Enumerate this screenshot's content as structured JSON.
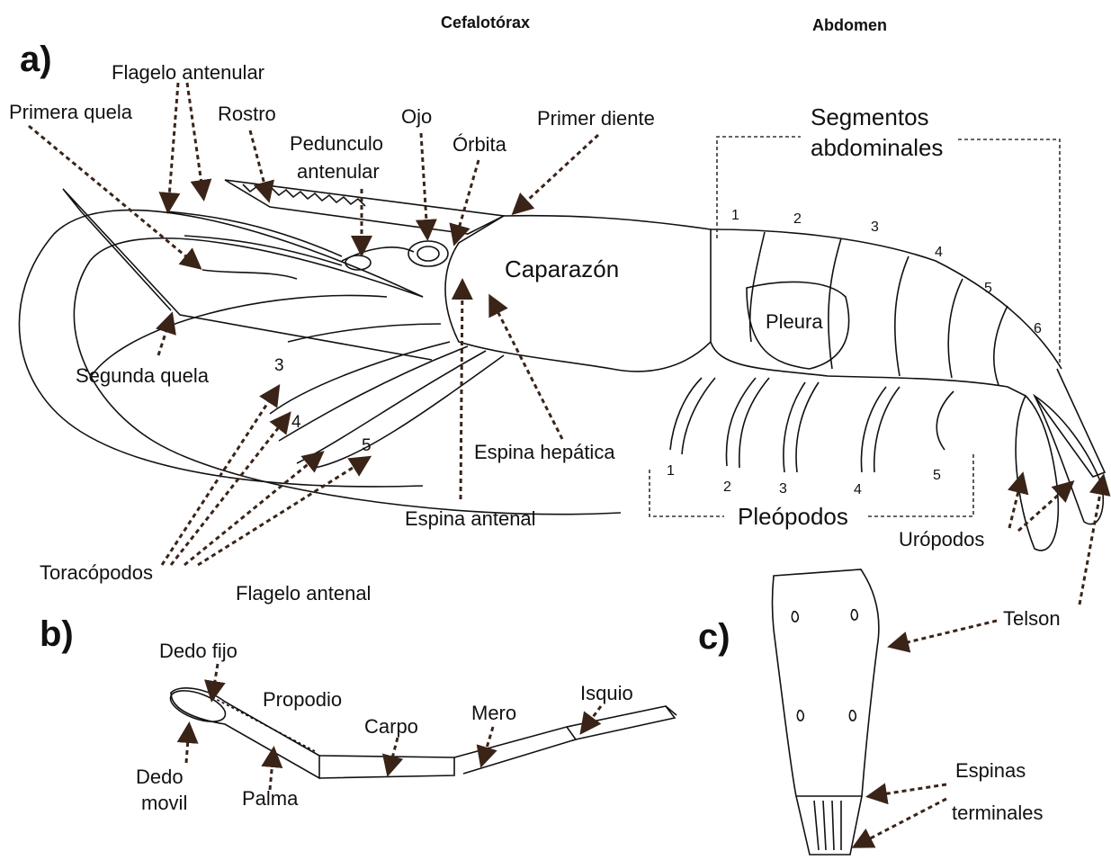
{
  "headers": {
    "cefalotorax": "Cefalotórax",
    "abdomen": "Abdomen"
  },
  "panels": {
    "a": "a)",
    "b": "b)",
    "c": "c)"
  },
  "labels_a": {
    "flagelo_antenular": "Flagelo antenular",
    "primera_quela": "Primera quela",
    "rostro": "Rostro",
    "pedunculo_line1": "Pedunculo",
    "pedunculo_line2": "antenular",
    "ojo": "Ojo",
    "orbita": "Órbita",
    "primer_diente": "Primer diente",
    "segmentos_line1": "Segmentos",
    "segmentos_line2": "abdominales",
    "caparazon": "Caparazón",
    "pleura": "Pleura",
    "segunda_quela": "Segunda quela",
    "espina_hepatica": "Espina hepática",
    "espina_antenal": "Espina antenal",
    "pleopodos": "Pleópodos",
    "uropodos": "Urópodos",
    "toracopodos": "Toracópodos",
    "flagelo_antenal": "Flagelo antenal",
    "telson": "Telson"
  },
  "segment_numbers": [
    "1",
    "2",
    "3",
    "4",
    "5",
    "6"
  ],
  "pleopod_numbers": [
    "1",
    "2",
    "3",
    "4",
    "5"
  ],
  "thoracopod_numbers": [
    "3",
    "4",
    "5"
  ],
  "labels_b": {
    "dedo_fijo": "Dedo fijo",
    "propodio": "Propodio",
    "carpo": "Carpo",
    "mero": "Mero",
    "isquio": "Isquio",
    "dedo_movil_line1": "Dedo",
    "dedo_movil_line2": "movil",
    "palma": "Palma"
  },
  "labels_c": {
    "espinas_line1": "Espinas",
    "espinas_line2": "terminales"
  },
  "colors": {
    "arrow": "#3a2418",
    "line": "#111111",
    "background": "#ffffff"
  }
}
